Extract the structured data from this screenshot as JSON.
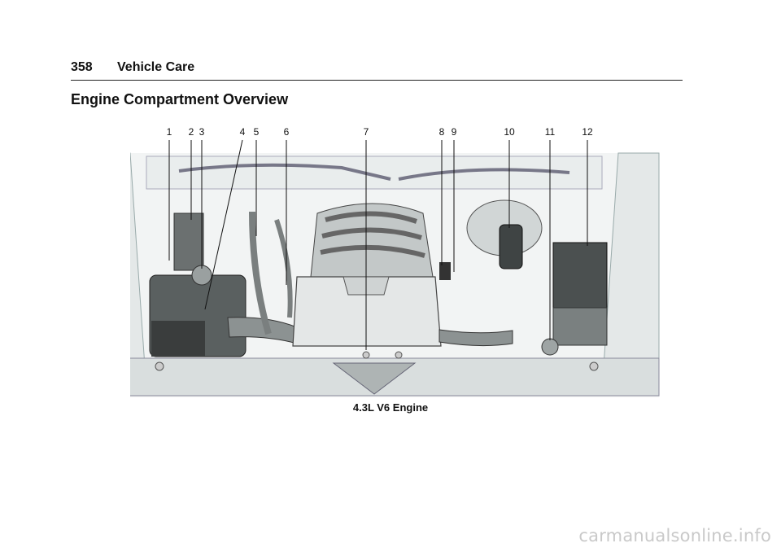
{
  "header": {
    "page_number": "358",
    "section": "Vehicle Care"
  },
  "title": "Engine Compartment Overview",
  "figure": {
    "callouts": [
      "1",
      "2",
      "3",
      "4",
      "5",
      "6",
      "7",
      "8",
      "9",
      "10",
      "11",
      "12"
    ],
    "caption": "4.3L V6 Engine"
  },
  "watermark": "carmanualsonline.info"
}
